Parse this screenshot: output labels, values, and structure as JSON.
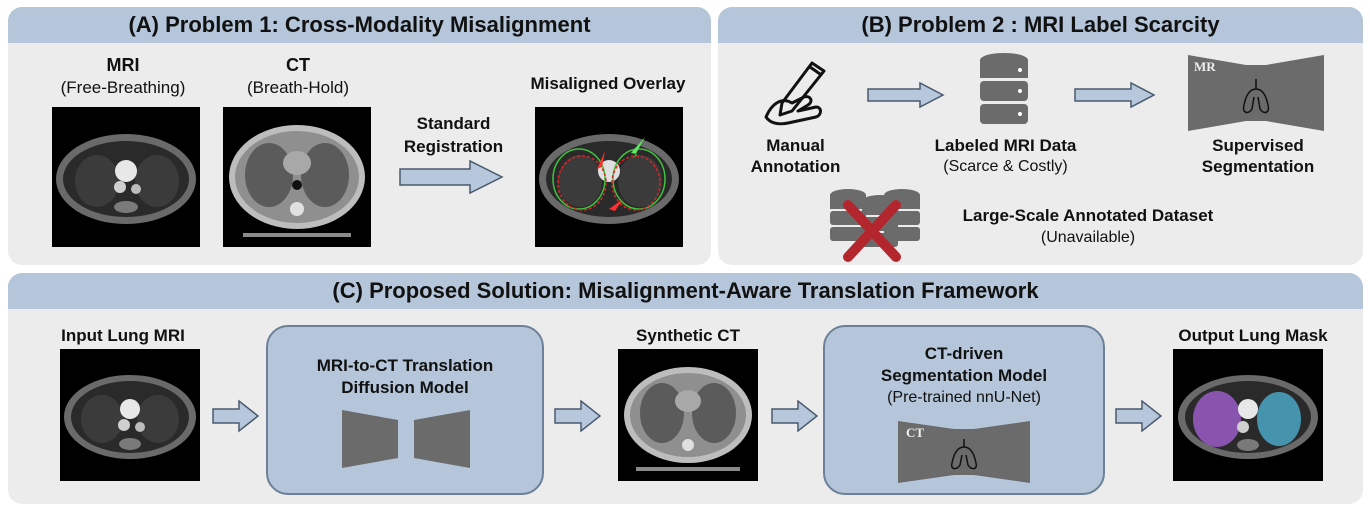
{
  "panelA": {
    "title": "(A) Problem 1: Cross-Modality Misalignment",
    "mri_title": "MRI",
    "mri_sub": "(Free-Breathing)",
    "ct_title": "CT",
    "ct_sub": "(Breath-Hold)",
    "reg_line1": "Standard",
    "reg_line2": "Registration",
    "overlay_title": "Misaligned Overlay"
  },
  "panelB": {
    "title": "(B) Problem 2 : MRI Label Scarcity",
    "manual_line1": "Manual",
    "manual_line2": "Annotation",
    "labeled_title": "Labeled MRI Data",
    "labeled_sub": "(Scarce & Costly)",
    "mr_tag": "MR",
    "supervised_line1": "Supervised",
    "supervised_line2": "Segmentation",
    "large_title": "Large-Scale Annotated Dataset",
    "large_sub": "(Unavailable)"
  },
  "panelC": {
    "title": "(C) Proposed Solution: Misalignment-Aware Translation Framework",
    "input_title": "Input Lung MRI",
    "translation_line1": "MRI-to-CT Translation",
    "translation_line2": "Diffusion Model",
    "synthetic_title": "Synthetic CT",
    "seg_line1": "CT-driven",
    "seg_line2": "Segmentation Model",
    "seg_sub": "(Pre-trained nnU-Net)",
    "ct_tag": "CT",
    "output_title": "Output Lung Mask"
  },
  "colors": {
    "header": "#b5c6da",
    "panel_bg": "#ececec",
    "arrow_fill": "#b8c8dc",
    "arrow_stroke": "#4a5a6e",
    "block": "#6b6b6b",
    "red_cross": "#b3262e"
  }
}
